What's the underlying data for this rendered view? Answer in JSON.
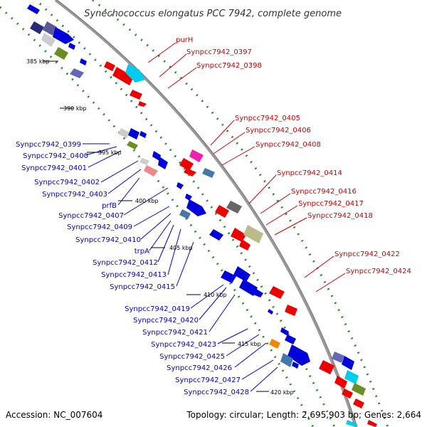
{
  "title": "Synechococcus elongatus PCC 7942, complete genome",
  "footer": {
    "accession": "Accession: NC_007604",
    "topology": "Topology: circular; Length: 2,695,903 bp; Genes: 2,664"
  },
  "colors": {
    "forward_gene": "#ee0000",
    "reverse_gene": "#0000dd",
    "backbone": "#999999",
    "tick_dots": "#228b22",
    "label_forward": "#cc0000",
    "label_reverse": "#0000cc"
  },
  "kbp_markers": [
    "385 kbp",
    "390 kbp",
    "395 kbp",
    "400 kbp",
    "405 kbp",
    "410 kbp",
    "415 kbp",
    "420 kbp"
  ],
  "forward_labels": [
    "purH",
    "Synpcc7942_0397",
    "Synpcc7942_0398",
    "Synpcc7942_0405",
    "Synpcc7942_0406",
    "Synpcc7942_0408",
    "Synpcc7942_0414",
    "Synpcc7942_0416",
    "Synpcc7942_0417",
    "Synpcc7942_0418",
    "Synpcc7942_0422",
    "Synpcc7942_0424"
  ],
  "reverse_labels": [
    "Synpcc7942_0399",
    "Synpcc7942_0400",
    "Synpcc7942_0401",
    "Synpcc7942_0402",
    "Synpcc7942_0403",
    "prfB",
    "Synpcc7942_0407",
    "Synpcc7942_0409",
    "Synpcc7942_0410",
    "trpA",
    "Synpcc7942_0412",
    "Synpcc7942_0413",
    "Synpcc7942_0415",
    "Synpcc7942_0419",
    "Synpcc7942_0420",
    "Synpcc7942_0421",
    "Synpcc7942_0423",
    "Synpcc7942_0425",
    "Synpcc7942_0426",
    "Synpcc7942_0427",
    "Synpcc7942_0428"
  ]
}
